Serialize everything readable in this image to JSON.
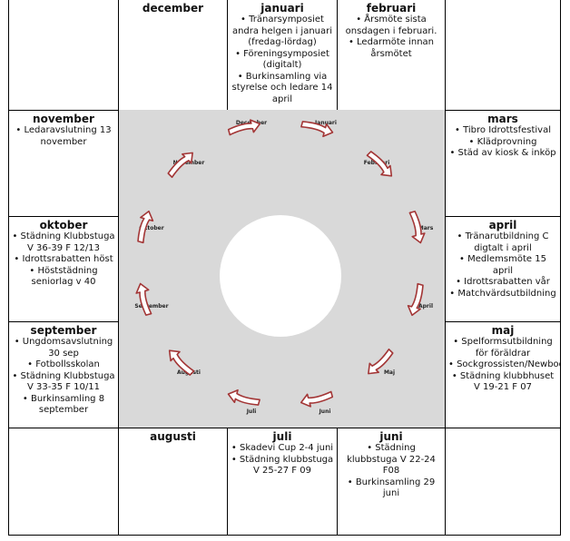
{
  "colors": {
    "arrow_fill": "#ffffff",
    "arrow_stroke": "#a33636",
    "panel_bg": "#d9d9d9",
    "grid_line": "#000000"
  },
  "cells": [
    {
      "id": "december",
      "title": "december",
      "items": []
    },
    {
      "id": "januari",
      "title": "januari",
      "items": [
        "Tränarsymposiet andra helgen i januari (fredag-lördag)",
        "Föreningsymposiet (digitalt)",
        "Burkinsamling via styrelse och ledare 14 april"
      ]
    },
    {
      "id": "februari",
      "title": "februari",
      "items": [
        "Årsmöte sista onsdagen i februari.",
        "Ledarmöte innan årsmötet"
      ]
    },
    {
      "id": "november",
      "title": "november",
      "items": [
        "Ledaravslutning 13 november"
      ]
    },
    {
      "id": "mars",
      "title": "mars",
      "items": [
        "Tibro Idrottsfestival",
        "Klädprovning",
        "Städ av kiosk & inköp"
      ]
    },
    {
      "id": "oktober",
      "title": "oktober",
      "items": [
        "Städning Klubbstuga V 36-39 F 12/13",
        "Idrottsrabatten höst",
        "Höststädning seniorlag v 40"
      ]
    },
    {
      "id": "april",
      "title": "april",
      "items": [
        "Tränarutbildning C digtalt i april",
        "Medlemsmöte 15 april",
        "Idrottsrabatten vår",
        "Matchvärdsutbildning"
      ]
    },
    {
      "id": "september",
      "title": "september",
      "items": [
        "Ungdomsavslutning 30 sep",
        "Fotbollsskolan",
        "Städning Klubbstuga V 33-35 F 10/11",
        "Burkinsamling 8 september"
      ]
    },
    {
      "id": "maj",
      "title": "maj",
      "items": [
        "Spelformsutbildning för föräldrar",
        "Sockgrossisten/Newbody",
        "Städning klubbhuset V 19-21 F 07"
      ]
    },
    {
      "id": "augusti",
      "title": "augusti",
      "items": []
    },
    {
      "id": "juli",
      "title": "juli",
      "items": [
        "Skadevi Cup 2-4 juni",
        "Städning klubbstuga V 25-27 F 09"
      ]
    },
    {
      "id": "juni",
      "title": "juni",
      "items": [
        "Städning klubbstuga V 22-24 F08",
        "Burkinsamling 29 juni"
      ]
    }
  ],
  "wheel_months": [
    "Januari",
    "Februari",
    "Mars",
    "April",
    "Maj",
    "Juni",
    "Juli",
    "Augusti",
    "September",
    "Oktober",
    "November",
    "December"
  ]
}
